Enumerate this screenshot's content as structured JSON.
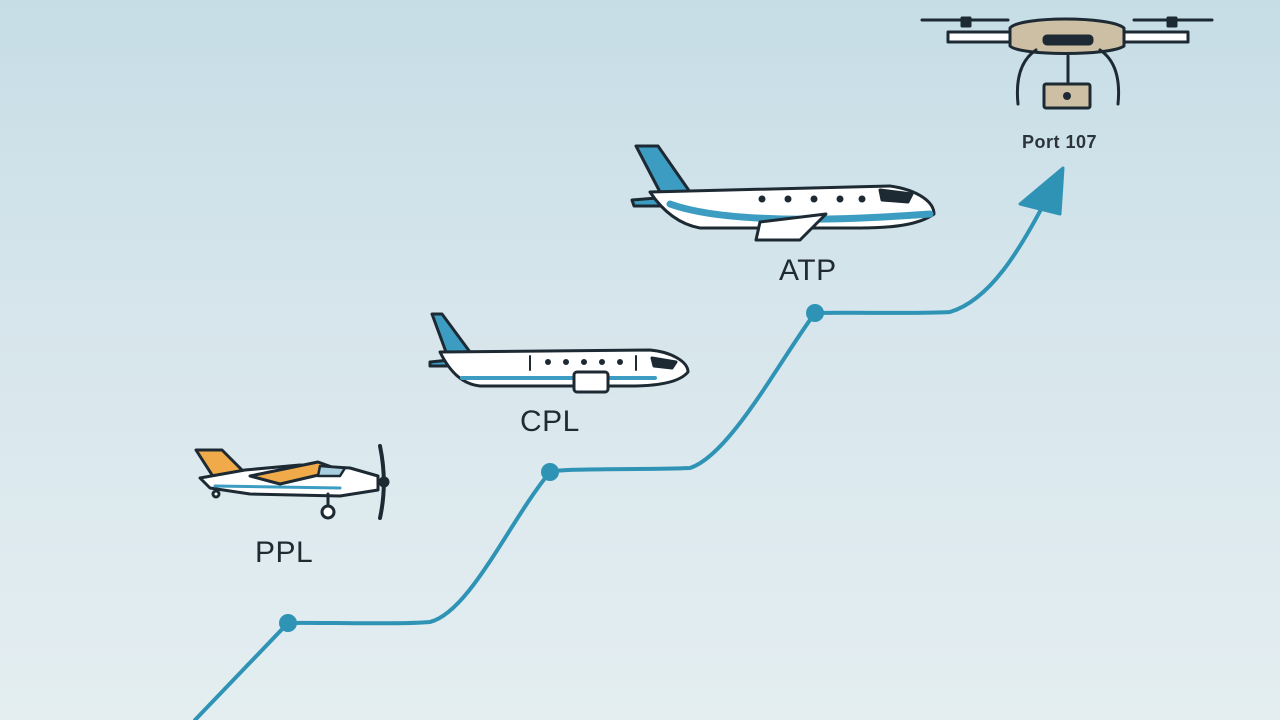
{
  "labels": {
    "ppl": "PPL",
    "cpl": "CPL",
    "atp": "ATP",
    "part107": "Port 107"
  },
  "icons": {
    "ppl": "small-propeller-plane-icon",
    "cpl": "regional-airliner-icon",
    "atp": "jet-airliner-icon",
    "part107": "drone-icon"
  },
  "colors": {
    "path": "#2f93b5",
    "airliner_accent": "#3d9cc2",
    "small_plane_wing": "#f1aa4a",
    "drone_body": "#cdbfa3",
    "outline": "#1d2a33"
  }
}
